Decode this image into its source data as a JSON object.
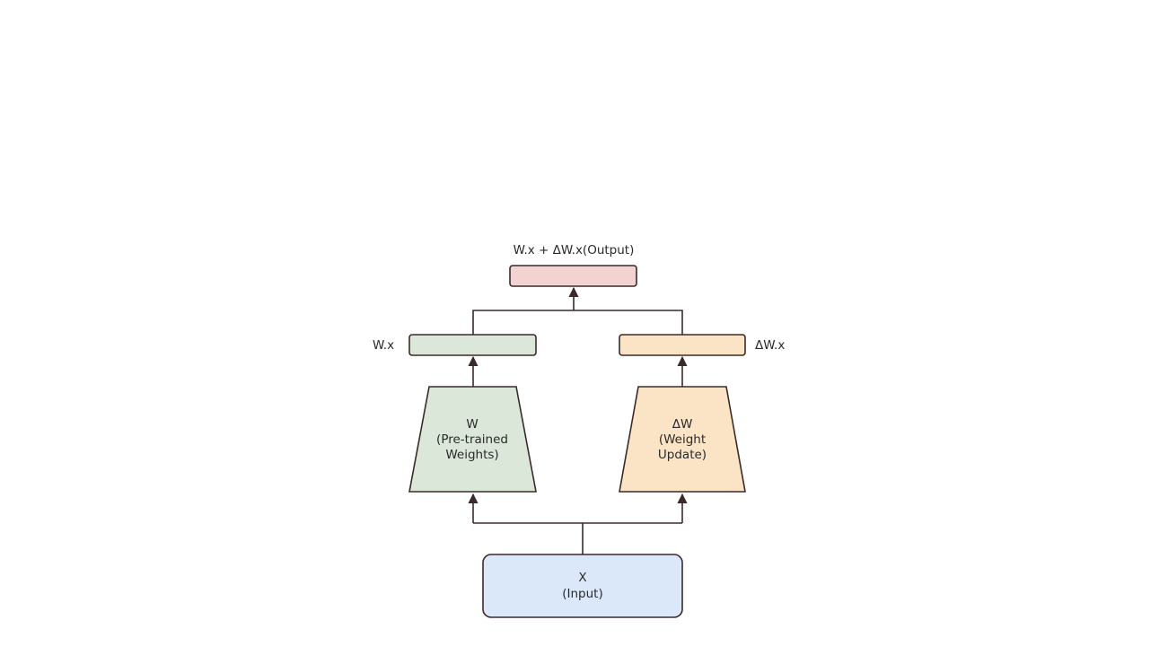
{
  "diagram": {
    "output_label": "W.x + ΔW.x(Output)",
    "wx_label": "W.x",
    "dwx_label": "ΔW.x",
    "pretrained": {
      "line1": "W",
      "line2": "(Pre-trained",
      "line3": "Weights)"
    },
    "update": {
      "line1": "ΔW",
      "line2": "(Weight",
      "line3": "Update)"
    },
    "input": {
      "line1": "X",
      "line2": "(Input)"
    },
    "colors": {
      "output_fill": "#f2d3d1",
      "pretrained_fill": "#dae7d9",
      "update_fill": "#fbe4c6",
      "input_fill": "#dbe8fa",
      "stroke": "#3a2a2a"
    }
  }
}
